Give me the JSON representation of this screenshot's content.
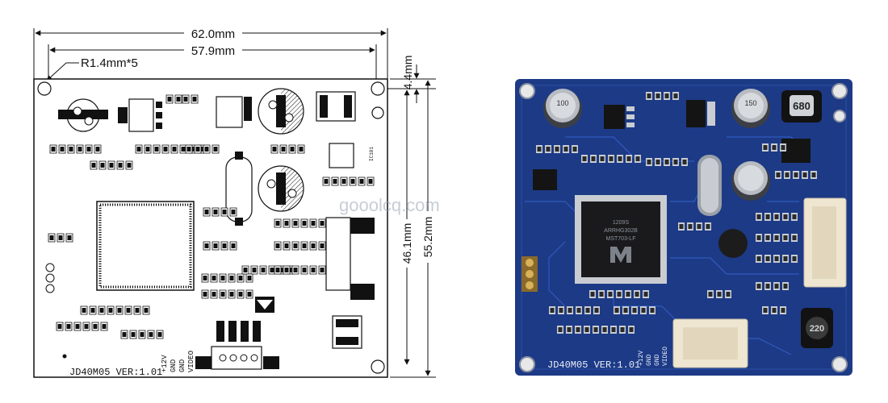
{
  "dimensions": {
    "total_width": "62.0mm",
    "hole_span": "57.9mm",
    "corner_radius": "R1.4mm*5",
    "hole_offset": "4.4mm",
    "hole_vertical_span": "46.1mm",
    "total_height": "55.2mm"
  },
  "drawing": {
    "model_label": "JD40M05  VER:1.01",
    "connector_labels": [
      "+12V",
      "GND",
      "GND",
      "VIDEO"
    ],
    "chip_label": "IC101"
  },
  "photo": {
    "model_label": "JD40M05  VER:1.01",
    "inductor_top": "680",
    "inductor_bottom": "220",
    "cap_label_1": "100",
    "cap_label_2": "150",
    "connector_labels": [
      "+12V",
      "GND",
      "GND",
      "VIDEO"
    ],
    "chip_text": [
      "MST703-LF",
      "ARRHG302B",
      "1209S"
    ]
  },
  "watermark": "gooolcq.com",
  "colors": {
    "pcb_blue": "#1d3a86",
    "silkscreen": "#e8eef8",
    "solder_mask_dark": "#142a66",
    "pad": "#c9cdd2",
    "connector": "#efe6d2"
  }
}
